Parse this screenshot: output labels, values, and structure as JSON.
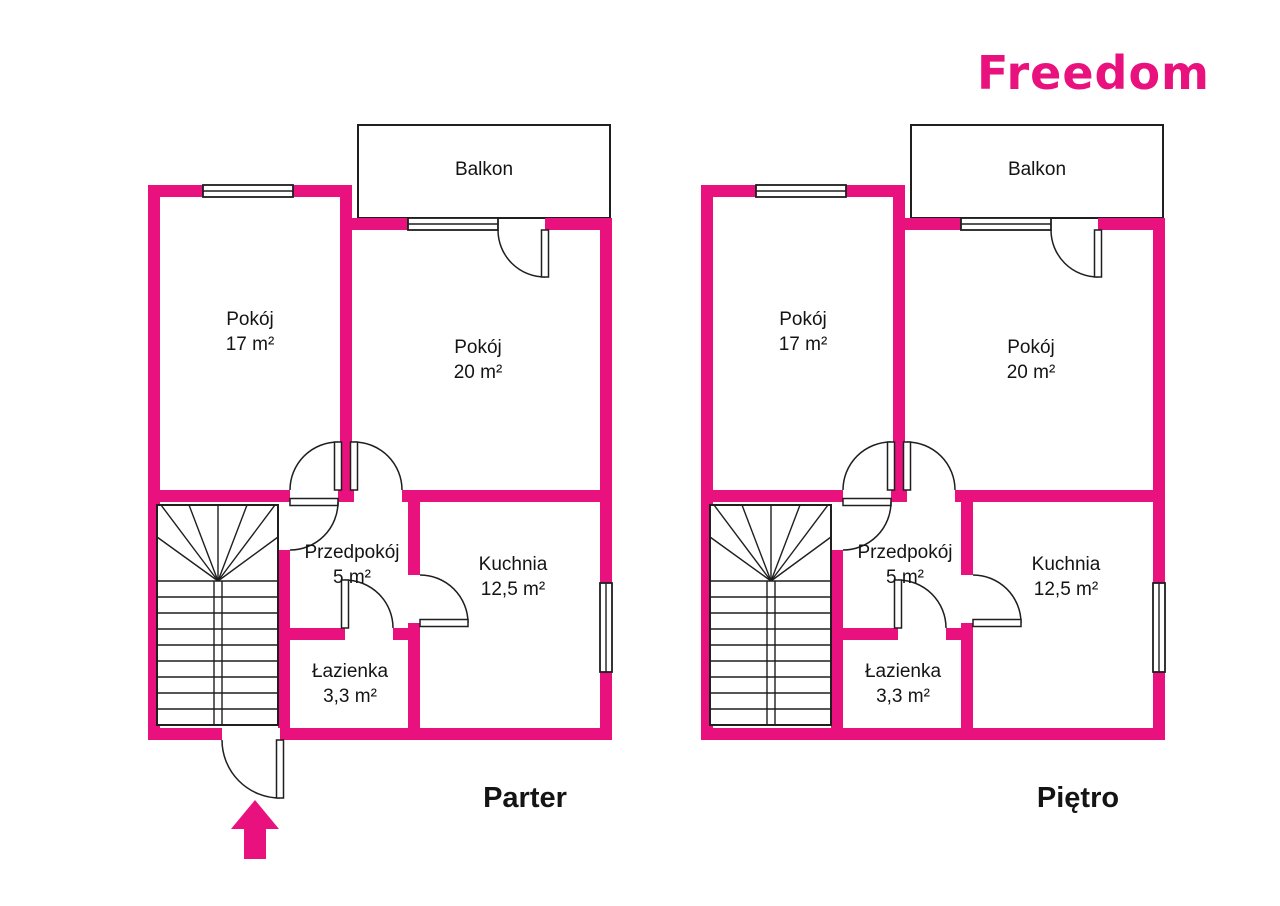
{
  "logo": {
    "text": "Freedom"
  },
  "colors": {
    "wall": "#e8117d",
    "accent": "#e8117d",
    "line": "#1f1f1f",
    "text": "#141414"
  },
  "floors": [
    {
      "title": "Parter",
      "balcony_label": "Balkon",
      "rooms": {
        "room1": {
          "name": "Pokój",
          "area": "17 m²"
        },
        "room2": {
          "name": "Pokój",
          "area": "20 m²"
        },
        "hallway": {
          "name": "Przedpokój",
          "area": "5 m²"
        },
        "kitchen": {
          "name": "Kuchnia",
          "area": "12,5 m²"
        },
        "bathroom": {
          "name": "Łazienka",
          "area": "3,3 m²"
        }
      }
    },
    {
      "title": "Piętro",
      "balcony_label": "Balkon",
      "rooms": {
        "room1": {
          "name": "Pokój",
          "area": "17 m²"
        },
        "room2": {
          "name": "Pokój",
          "area": "20 m²"
        },
        "hallway": {
          "name": "Przedpokój",
          "area": "5 m²"
        },
        "kitchen": {
          "name": "Kuchnia",
          "area": "12,5 m²"
        },
        "bathroom": {
          "name": "Łazienka",
          "area": "3,3 m²"
        }
      }
    }
  ]
}
